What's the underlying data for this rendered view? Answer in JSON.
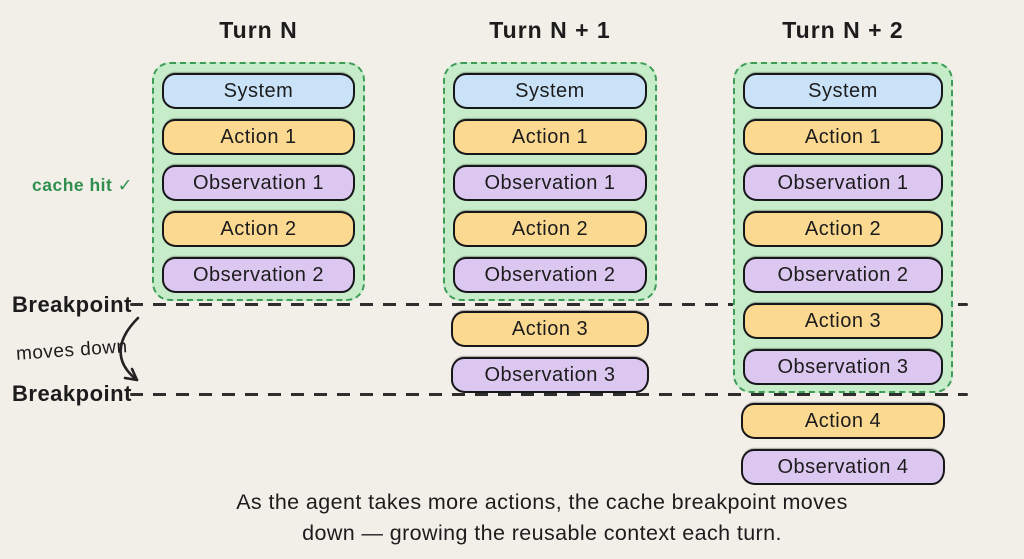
{
  "colors": {
    "bg": "#f2efe9",
    "system_fill": "#c9e2f8",
    "action_fill": "#fbd990",
    "observation_fill": "#dcc7f0",
    "cache_fill": "#c6ecca",
    "cache_border": "#3f9c57",
    "box_border": "#17171a",
    "line_color": "#2e2e2e",
    "text": "#1c1c1c",
    "green_text": "#2f8f4e"
  },
  "columns": [
    {
      "title": "Turn N",
      "cached_boxes": [
        {
          "label": "System",
          "type": "system"
        },
        {
          "label": "Action 1",
          "type": "action"
        },
        {
          "label": "Observation 1",
          "type": "observation"
        },
        {
          "label": "Action 2",
          "type": "action"
        },
        {
          "label": "Observation 2",
          "type": "observation"
        }
      ],
      "uncached_boxes": []
    },
    {
      "title": "Turn N + 1",
      "cached_boxes": [
        {
          "label": "System",
          "type": "system"
        },
        {
          "label": "Action 1",
          "type": "action"
        },
        {
          "label": "Observation 1",
          "type": "observation"
        },
        {
          "label": "Action 2",
          "type": "action"
        },
        {
          "label": "Observation 2",
          "type": "observation"
        }
      ],
      "uncached_boxes": [
        {
          "label": "Action 3",
          "type": "action"
        },
        {
          "label": "Observation 3",
          "type": "observation"
        }
      ]
    },
    {
      "title": "Turn N + 2",
      "cached_boxes": [
        {
          "label": "System",
          "type": "system"
        },
        {
          "label": "Action 1",
          "type": "action"
        },
        {
          "label": "Observation 1",
          "type": "observation"
        },
        {
          "label": "Action 2",
          "type": "action"
        },
        {
          "label": "Observation 2",
          "type": "observation"
        },
        {
          "label": "Action 3",
          "type": "action"
        },
        {
          "label": "Observation 3",
          "type": "observation"
        }
      ],
      "uncached_boxes": [
        {
          "label": "Action 4",
          "type": "action"
        },
        {
          "label": "Observation 4",
          "type": "observation"
        }
      ]
    }
  ],
  "labels": {
    "cache_hit": "cache hit ✓",
    "breakpoint_top": "Breakpoint",
    "breakpoint_bottom": "Breakpoint",
    "moves_down": "moves down"
  },
  "caption": {
    "line1": "As the agent takes more actions, the cache breakpoint moves",
    "line2": "down — growing the reusable context each turn."
  }
}
